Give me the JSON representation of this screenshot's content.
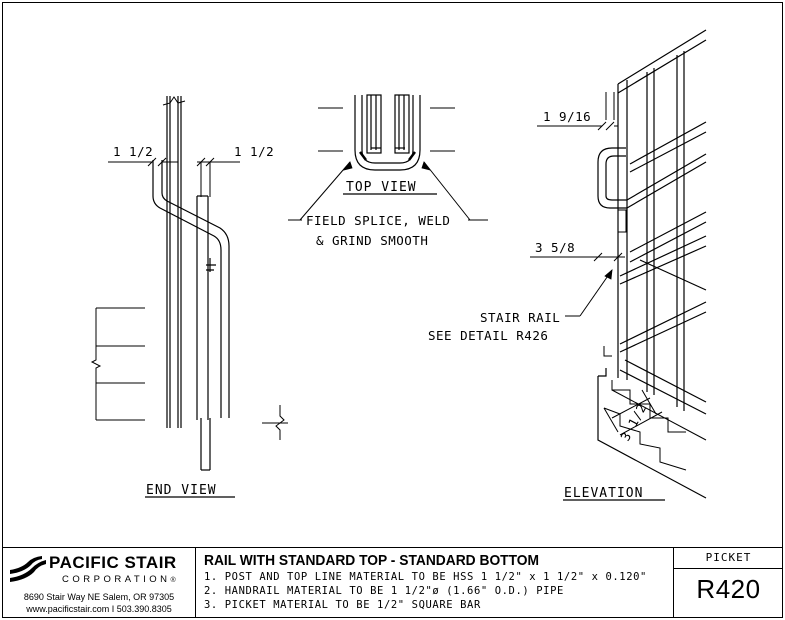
{
  "drawing": {
    "end_view_dim_left": "1 1/2",
    "end_view_dim_right": "1 1/2",
    "end_view_label": "END VIEW",
    "top_view_label": "TOP VIEW",
    "callout_splice_line1": "FIELD SPLICE, WELD",
    "callout_splice_line2": "& GRIND SMOOTH",
    "elev_dim_top": "1 9/16",
    "elev_dim_mid": "3 5/8",
    "elev_dim_bottom": "3 1/2",
    "callout_stair_rail_line1": "STAIR RAIL",
    "callout_stair_rail_line2": "SEE DETAIL R426",
    "elevation_label": "ELEVATION"
  },
  "title_block": {
    "company_name": "PACIFIC STAIR",
    "company_sub": "CORPORATION",
    "registered": "®",
    "address": "8690 Stair Way NE Salem, OR 97305",
    "contact": "www.pacificstair.com  I  503.390.8305",
    "title": "RAIL WITH STANDARD TOP - STANDARD BOTTOM",
    "notes": [
      "1. POST AND TOP LINE MATERIAL TO BE HSS 1 1/2\" x 1 1/2\" x 0.120\"",
      "2. HANDRAIL MATERIAL TO BE 1 1/2\"ø (1.66\" O.D.) PIPE",
      "3. PICKET MATERIAL TO BE 1/2\" SQUARE BAR"
    ],
    "category": "PICKET",
    "detail_number": "R420"
  }
}
